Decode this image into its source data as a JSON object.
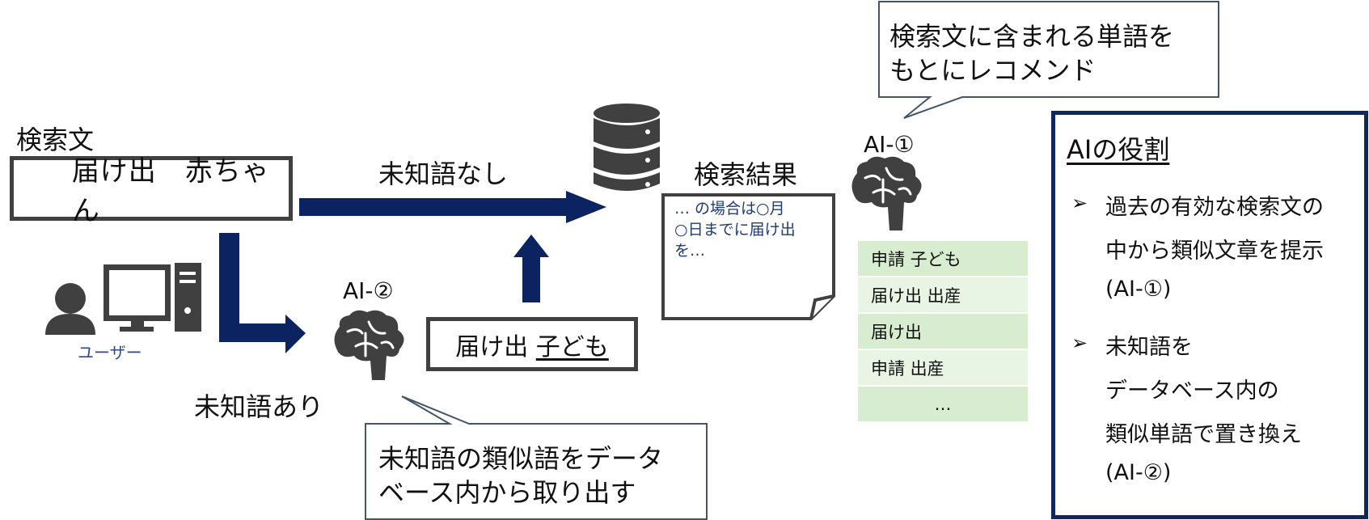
{
  "search": {
    "heading": "検索文",
    "query": "届け出　赤ちゃん"
  },
  "user": {
    "label": "ユーザー"
  },
  "branches": {
    "no_unknown": "未知語なし",
    "has_unknown": "未知語あり"
  },
  "ai2": {
    "label": "AI-②",
    "replaced_prefix": "届け出 ",
    "replaced_word": "子ども",
    "callout": [
      "未知語の類似語をデータ",
      "ベース内から取り出す"
    ]
  },
  "results": {
    "title": "検索結果",
    "snippet": [
      "… の場合は○月",
      "○日までに届け出",
      "を…"
    ]
  },
  "ai1": {
    "label": "AI-①",
    "callout": [
      "検索文に含まれる単語を",
      "もとにレコメンド"
    ],
    "recommendations": [
      "申請 子ども",
      "届け出 出産",
      "届け出",
      "申請 出産",
      "…"
    ]
  },
  "role": {
    "title": "AIの役割",
    "item1": [
      "過去の有効な検索文の",
      "中から類似文章を提示",
      "(AI-①)"
    ],
    "item2": [
      "未知語を",
      "データベース内の",
      "類似単語で置き換え",
      "(AI-②)"
    ],
    "bullet": "➢"
  },
  "colors": {
    "navy": "#0f2a5a",
    "arrow": "#0b2360",
    "gray_icon": "#404040",
    "rec_green_1": "#d8edcf",
    "rec_green_2": "#e9f5e4"
  }
}
